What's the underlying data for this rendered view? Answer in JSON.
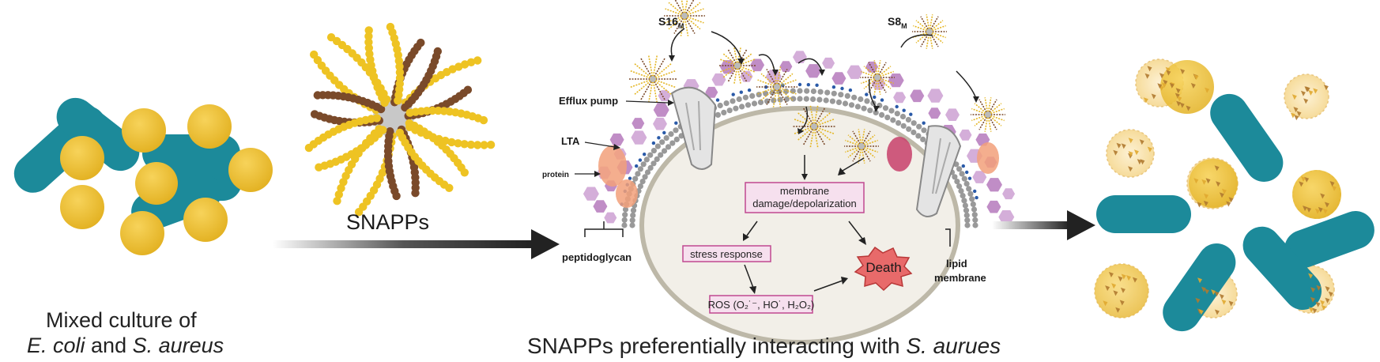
{
  "captions": {
    "left_line1": "Mixed culture of",
    "left_line2_a": "E. coli",
    "left_line2_b": " and ",
    "left_line2_c": "S. aureus",
    "middle_a": "SNAPPs preferentially interacting with ",
    "middle_b": "S. aurues"
  },
  "labels": {
    "snapps": "SNAPPs",
    "s16": "S16",
    "s16_sub": "M",
    "s8": "S8",
    "s8_sub": "M",
    "efflux_pump": "Efflux pump",
    "lta": "LTA",
    "protein": "protein",
    "peptidoglycan": "peptidoglycan",
    "lipid": "lipid",
    "membrane": "membrane"
  },
  "boxes": {
    "membrane_damage_1": "membrane",
    "membrane_damage_2": "damage/depolarization",
    "stress": "stress response",
    "ros": "ROS (O₂˙⁻, HO˙, H₂O₂)",
    "death": "Death"
  },
  "colors": {
    "ecoli": "#1c8a9a",
    "saureus": "#f0c030",
    "snapp_brown": "#7a4a2a",
    "membrane_purple": "#b070b8",
    "box_border": "#c04890",
    "death_fill": "#e86a6a",
    "arrow": "#222222"
  }
}
